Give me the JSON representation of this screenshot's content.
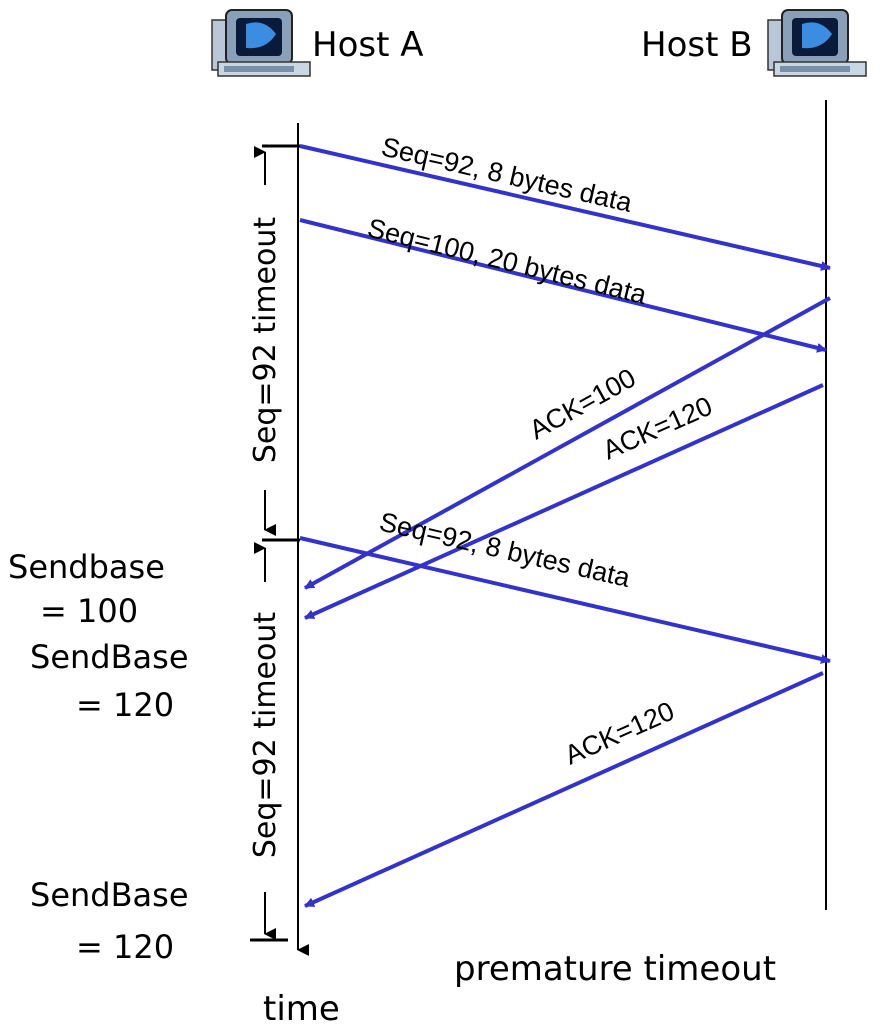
{
  "hosts": {
    "a_label": "Host A",
    "b_label": "Host B"
  },
  "messages": {
    "seq92_first": "Seq=92, 8 bytes data",
    "seq100": "Seq=100, 20 bytes data",
    "ack100": "ACK=100",
    "ack120_first": "ACK=120",
    "seq92_retx": "Seq=92, 8 bytes data",
    "ack120_second": "ACK=120"
  },
  "timers": {
    "first": "Seq=92 timeout",
    "second": "Seq=92 timeout"
  },
  "sendbase": {
    "first_line1": "Sendbase",
    "first_line2": "= 100",
    "second_line1": "SendBase",
    "second_line2": "= 120",
    "third_line1": "SendBase",
    "third_line2": "= 120"
  },
  "caption": "premature timeout",
  "time_label": "time",
  "colors": {
    "arrow": "#3333cc",
    "time_label": "#e00000"
  },
  "icons": {
    "host_a": "computer-icon",
    "host_b": "computer-icon"
  }
}
